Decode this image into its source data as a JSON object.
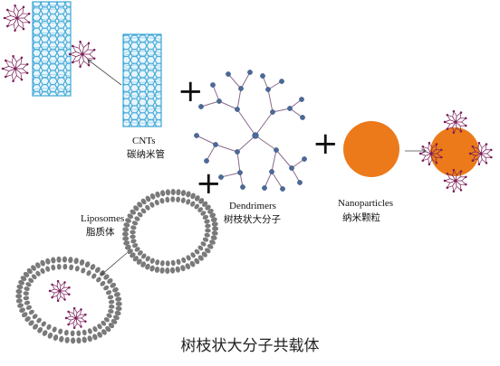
{
  "colors": {
    "nanotube": "#3fa6d6",
    "dendrimer_node": "#4a6a9a",
    "dendrimer_branch": "#8a6a8a",
    "nanoparticle": "#ec7a1a",
    "liposome": "#7a7a7a",
    "drug_branch": "#7a1e5a"
  },
  "labels": {
    "cnts_en": "CNTs",
    "cnts_zh": "碳纳米管",
    "dendrimers_en": "Dendrimers",
    "dendrimers_zh": "树枝状大分子",
    "nanoparticles_en": "Nanoparticles",
    "nanoparticles_zh": "纳米颗粒",
    "liposomes_en": "Liposomes",
    "liposomes_zh": "脂质体",
    "plus": "+"
  },
  "caption": "树枝状大分子共载体"
}
